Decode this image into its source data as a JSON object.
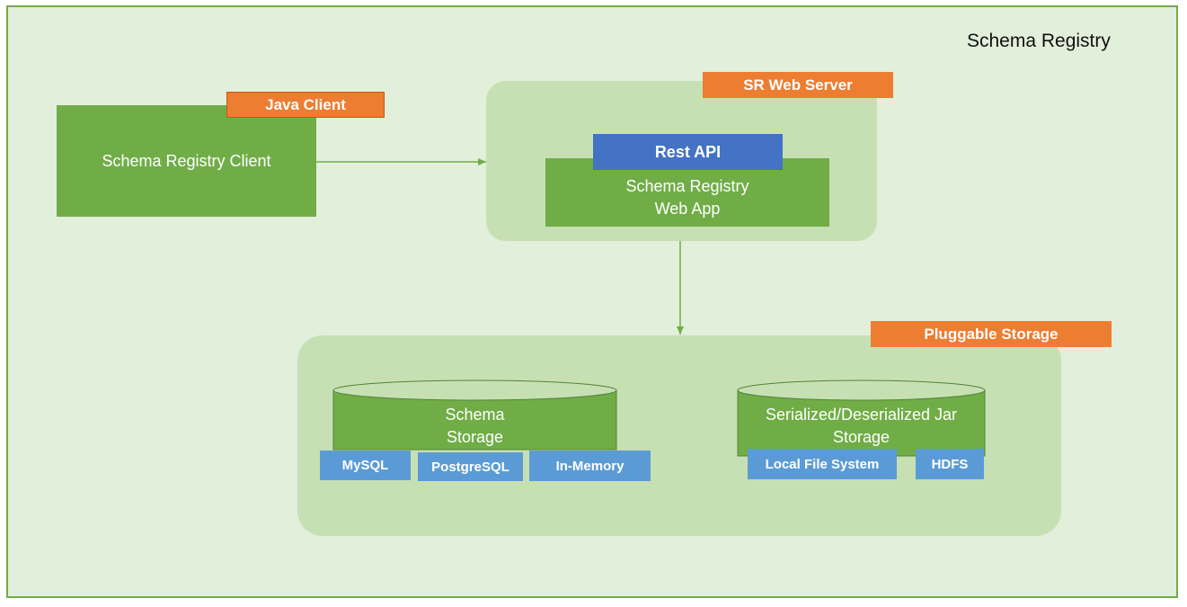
{
  "diagram": {
    "title": "Schema Registry",
    "client": {
      "tag": "Java Client",
      "box": "Schema Registry Client"
    },
    "web_server": {
      "tag": "SR Web Server",
      "api": "Rest API",
      "app_line1": "Schema Registry",
      "app_line2": "Web App"
    },
    "storage": {
      "tag": "Pluggable Storage",
      "schema_store": {
        "line1": "Schema",
        "line2": "Storage",
        "backends": [
          "MySQL",
          "PostgreSQL",
          "In-Memory"
        ]
      },
      "jar_store": {
        "line1": "Serialized/Deserialized Jar",
        "line2": "Storage",
        "backends": [
          "Local File System",
          "HDFS"
        ]
      }
    },
    "colors": {
      "background": "#e2efda",
      "border": "#70ad47",
      "panel": "#c6e0b4",
      "component": "#70ad47",
      "tag_orange": "#ed7d31",
      "tag_blue": "#4472c4",
      "tag_lightblue": "#5b9bd5"
    }
  }
}
